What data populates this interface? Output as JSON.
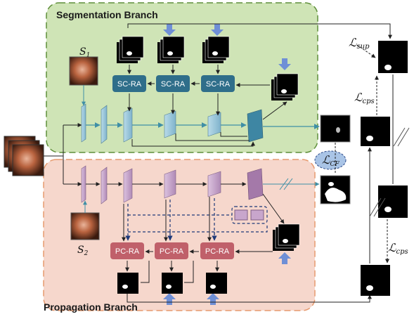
{
  "branches": {
    "segmentation": {
      "title": "Segmentation Branch"
    },
    "propagation": {
      "title": "Propagation Branch"
    }
  },
  "inputs": {
    "s1": {
      "symbol": "S",
      "sub": "1"
    },
    "s2": {
      "symbol": "S",
      "sub": "2"
    }
  },
  "modules": {
    "sc_ra": "SC-RA",
    "pc_ra": "PC-RA"
  },
  "losses": {
    "sup": {
      "symbol": "ℒ",
      "sub": "sup"
    },
    "cps_top": {
      "symbol": "ℒ",
      "sub": "cps"
    },
    "cps_bottom": {
      "symbol": "ℒ",
      "sub": "cps"
    },
    "cf": {
      "symbol": "ℒ",
      "sub": "CF"
    }
  },
  "colors": {
    "seg_bg": "#cfe4b6",
    "seg_border": "#5f8f3a",
    "prop_bg": "#f6d7cc",
    "prop_border": "#e69a6e",
    "sc_ra": "#2f6e8a",
    "pc_ra": "#c0606a",
    "enc_blue": "#9ec7dc",
    "enc_purple": "#c8a6cc",
    "arrow_teal": "#3f8fa6",
    "dashed_blue": "#1f3a7a",
    "fat_arrow": "#6f8fd6"
  }
}
